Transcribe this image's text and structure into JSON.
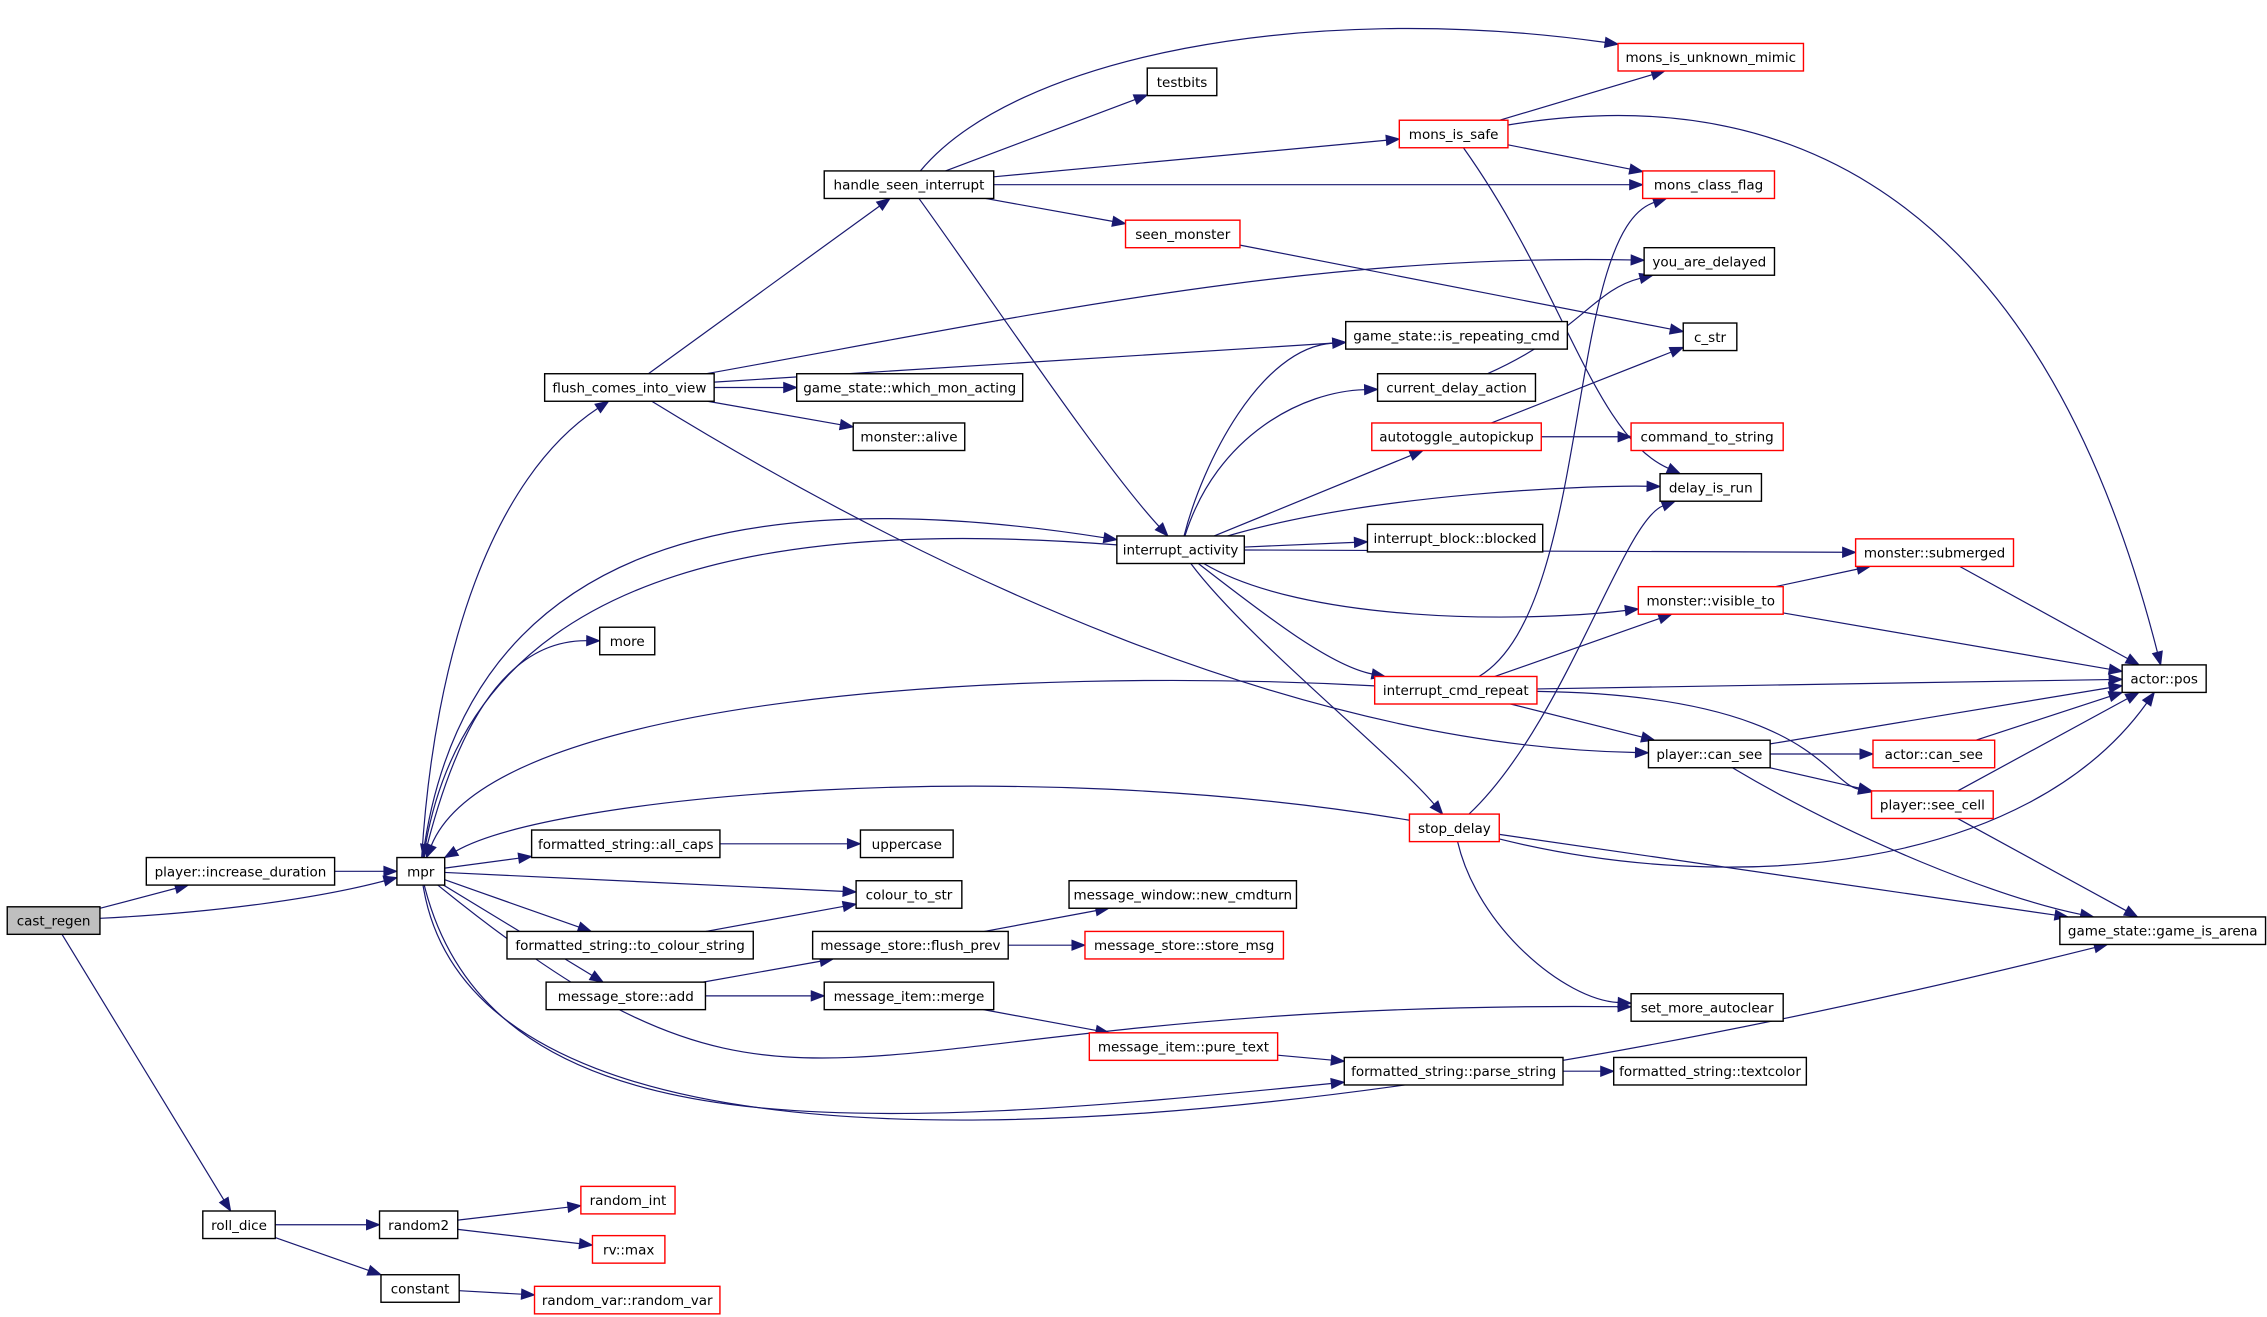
{
  "graph": {
    "root": "cast_regen",
    "nodes": [
      {
        "id": "cast_regen",
        "label": "cast_regen",
        "style": "root"
      },
      {
        "id": "inc_dur",
        "label": "player::increase_duration",
        "style": "normal"
      },
      {
        "id": "mpr",
        "label": "mpr",
        "style": "normal"
      },
      {
        "id": "roll_dice",
        "label": "roll_dice",
        "style": "normal"
      },
      {
        "id": "random2",
        "label": "random2",
        "style": "normal"
      },
      {
        "id": "constant",
        "label": "constant",
        "style": "normal"
      },
      {
        "id": "random_int",
        "label": "random_int",
        "style": "truncated"
      },
      {
        "id": "rv_max",
        "label": "rv::max",
        "style": "truncated"
      },
      {
        "id": "random_var",
        "label": "random_var::random_var",
        "style": "truncated"
      },
      {
        "id": "flush_civ",
        "label": "flush_comes_into_view",
        "style": "normal"
      },
      {
        "id": "more",
        "label": "more",
        "style": "normal"
      },
      {
        "id": "fs_all_caps",
        "label": "formatted_string::all_caps",
        "style": "normal"
      },
      {
        "id": "uppercase",
        "label": "uppercase",
        "style": "normal"
      },
      {
        "id": "colour_to_str",
        "label": "colour_to_str",
        "style": "normal"
      },
      {
        "id": "fs_to_colour",
        "label": "formatted_string::to_colour_string",
        "style": "normal"
      },
      {
        "id": "ms_add",
        "label": "message_store::add",
        "style": "normal"
      },
      {
        "id": "ms_flush_prev",
        "label": "message_store::flush_prev",
        "style": "normal"
      },
      {
        "id": "mw_new_cmdturn",
        "label": "message_window::new_cmdturn",
        "style": "normal"
      },
      {
        "id": "ms_store_msg",
        "label": "message_store::store_msg",
        "style": "truncated"
      },
      {
        "id": "mi_merge",
        "label": "message_item::merge",
        "style": "normal"
      },
      {
        "id": "mi_pure_text",
        "label": "message_item::pure_text",
        "style": "truncated"
      },
      {
        "id": "fs_parse",
        "label": "formatted_string::parse_string",
        "style": "normal"
      },
      {
        "id": "fs_textcolor",
        "label": "formatted_string::textcolor",
        "style": "normal"
      },
      {
        "id": "set_more_autoclear",
        "label": "set_more_autoclear",
        "style": "normal"
      },
      {
        "id": "handle_seen",
        "label": "handle_seen_interrupt",
        "style": "normal"
      },
      {
        "id": "testbits",
        "label": "testbits",
        "style": "normal"
      },
      {
        "id": "seen_monster",
        "label": "seen_monster",
        "style": "truncated"
      },
      {
        "id": "gs_which_mon",
        "label": "game_state::which_mon_acting",
        "style": "normal"
      },
      {
        "id": "monster_alive",
        "label": "monster::alive",
        "style": "normal"
      },
      {
        "id": "interrupt_activity",
        "label": "interrupt_activity",
        "style": "normal"
      },
      {
        "id": "gs_is_repeating",
        "label": "game_state::is_repeating_cmd",
        "style": "normal"
      },
      {
        "id": "current_delay",
        "label": "current_delay_action",
        "style": "normal"
      },
      {
        "id": "autotoggle",
        "label": "autotoggle_autopickup",
        "style": "truncated"
      },
      {
        "id": "ib_blocked",
        "label": "interrupt_block::blocked",
        "style": "normal"
      },
      {
        "id": "interrupt_cmd_repeat",
        "label": "interrupt_cmd_repeat",
        "style": "truncated"
      },
      {
        "id": "stop_delay",
        "label": "stop_delay",
        "style": "truncated"
      },
      {
        "id": "mons_is_safe",
        "label": "mons_is_safe",
        "style": "truncated"
      },
      {
        "id": "mons_unknown_mimic",
        "label": "mons_is_unknown_mimic",
        "style": "truncated"
      },
      {
        "id": "mons_class_flag",
        "label": "mons_class_flag",
        "style": "truncated"
      },
      {
        "id": "you_are_delayed",
        "label": "you_are_delayed",
        "style": "normal"
      },
      {
        "id": "c_str",
        "label": "c_str",
        "style": "normal"
      },
      {
        "id": "command_to_string",
        "label": "command_to_string",
        "style": "truncated"
      },
      {
        "id": "delay_is_run",
        "label": "delay_is_run",
        "style": "normal"
      },
      {
        "id": "monster_submerged",
        "label": "monster::submerged",
        "style": "truncated"
      },
      {
        "id": "monster_visible_to",
        "label": "monster::visible_to",
        "style": "truncated"
      },
      {
        "id": "player_can_see",
        "label": "player::can_see",
        "style": "normal"
      },
      {
        "id": "actor_can_see",
        "label": "actor::can_see",
        "style": "truncated"
      },
      {
        "id": "player_see_cell",
        "label": "player::see_cell",
        "style": "truncated"
      },
      {
        "id": "actor_pos",
        "label": "actor::pos",
        "style": "normal"
      },
      {
        "id": "gs_game_is_arena",
        "label": "game_state::game_is_arena",
        "style": "normal"
      }
    ],
    "edges": [
      [
        "cast_regen",
        "inc_dur"
      ],
      [
        "cast_regen",
        "mpr"
      ],
      [
        "cast_regen",
        "roll_dice"
      ],
      [
        "inc_dur",
        "mpr"
      ],
      [
        "roll_dice",
        "random2"
      ],
      [
        "roll_dice",
        "constant"
      ],
      [
        "random2",
        "random_int"
      ],
      [
        "random2",
        "rv_max"
      ],
      [
        "constant",
        "random_var"
      ],
      [
        "mpr",
        "flush_civ"
      ],
      [
        "mpr",
        "interrupt_activity"
      ],
      [
        "mpr",
        "more"
      ],
      [
        "mpr",
        "fs_all_caps"
      ],
      [
        "mpr",
        "colour_to_str"
      ],
      [
        "mpr",
        "fs_to_colour"
      ],
      [
        "mpr",
        "ms_add"
      ],
      [
        "mpr",
        "set_more_autoclear"
      ],
      [
        "mpr",
        "fs_parse"
      ],
      [
        "mpr",
        "gs_game_is_arena"
      ],
      [
        "fs_all_caps",
        "uppercase"
      ],
      [
        "fs_to_colour",
        "colour_to_str"
      ],
      [
        "ms_add",
        "ms_flush_prev"
      ],
      [
        "ms_add",
        "mi_merge"
      ],
      [
        "ms_flush_prev",
        "mw_new_cmdturn"
      ],
      [
        "ms_flush_prev",
        "ms_store_msg"
      ],
      [
        "mi_merge",
        "mi_pure_text"
      ],
      [
        "mi_pure_text",
        "fs_parse"
      ],
      [
        "fs_parse",
        "fs_textcolor"
      ],
      [
        "flush_civ",
        "handle_seen"
      ],
      [
        "flush_civ",
        "you_are_delayed"
      ],
      [
        "flush_civ",
        "gs_is_repeating"
      ],
      [
        "flush_civ",
        "gs_which_mon"
      ],
      [
        "flush_civ",
        "monster_alive"
      ],
      [
        "flush_civ",
        "player_can_see"
      ],
      [
        "handle_seen",
        "testbits"
      ],
      [
        "handle_seen",
        "mons_unknown_mimic"
      ],
      [
        "handle_seen",
        "mons_is_safe"
      ],
      [
        "handle_seen",
        "mons_class_flag"
      ],
      [
        "handle_seen",
        "seen_monster"
      ],
      [
        "handle_seen",
        "interrupt_activity"
      ],
      [
        "seen_monster",
        "c_str"
      ],
      [
        "mons_is_safe",
        "mons_unknown_mimic"
      ],
      [
        "mons_is_safe",
        "mons_class_flag"
      ],
      [
        "mons_is_safe",
        "actor_pos"
      ],
      [
        "mons_is_safe",
        "delay_is_run"
      ],
      [
        "interrupt_activity",
        "mpr"
      ],
      [
        "interrupt_activity",
        "gs_is_repeating"
      ],
      [
        "interrupt_activity",
        "current_delay"
      ],
      [
        "interrupt_activity",
        "autotoggle"
      ],
      [
        "interrupt_activity",
        "delay_is_run"
      ],
      [
        "interrupt_activity",
        "ib_blocked"
      ],
      [
        "interrupt_activity",
        "monster_submerged"
      ],
      [
        "interrupt_activity",
        "monster_visible_to"
      ],
      [
        "interrupt_activity",
        "interrupt_cmd_repeat"
      ],
      [
        "interrupt_activity",
        "stop_delay"
      ],
      [
        "current_delay",
        "you_are_delayed"
      ],
      [
        "autotoggle",
        "c_str"
      ],
      [
        "autotoggle",
        "command_to_string"
      ],
      [
        "interrupt_cmd_repeat",
        "mpr"
      ],
      [
        "interrupt_cmd_repeat",
        "mons_class_flag"
      ],
      [
        "interrupt_cmd_repeat",
        "monster_visible_to"
      ],
      [
        "interrupt_cmd_repeat",
        "actor_pos"
      ],
      [
        "interrupt_cmd_repeat",
        "player_can_see"
      ],
      [
        "interrupt_cmd_repeat",
        "player_see_cell"
      ],
      [
        "stop_delay",
        "mpr"
      ],
      [
        "stop_delay",
        "delay_is_run"
      ],
      [
        "stop_delay",
        "actor_pos"
      ],
      [
        "stop_delay",
        "gs_game_is_arena"
      ],
      [
        "stop_delay",
        "set_more_autoclear"
      ],
      [
        "monster_visible_to",
        "monster_submerged"
      ],
      [
        "monster_visible_to",
        "actor_pos"
      ],
      [
        "monster_submerged",
        "actor_pos"
      ],
      [
        "player_can_see",
        "actor_can_see"
      ],
      [
        "player_can_see",
        "actor_pos"
      ],
      [
        "player_can_see",
        "player_see_cell"
      ],
      [
        "player_can_see",
        "gs_game_is_arena"
      ],
      [
        "actor_can_see",
        "actor_pos"
      ],
      [
        "player_see_cell",
        "actor_pos"
      ],
      [
        "player_see_cell",
        "gs_game_is_arena"
      ]
    ],
    "colors": {
      "edge": "#191970",
      "root_fill": "#bfbfbf",
      "node_fill": "#ffffff",
      "node_border": "#000000",
      "truncated_border": "#ff0000"
    }
  }
}
